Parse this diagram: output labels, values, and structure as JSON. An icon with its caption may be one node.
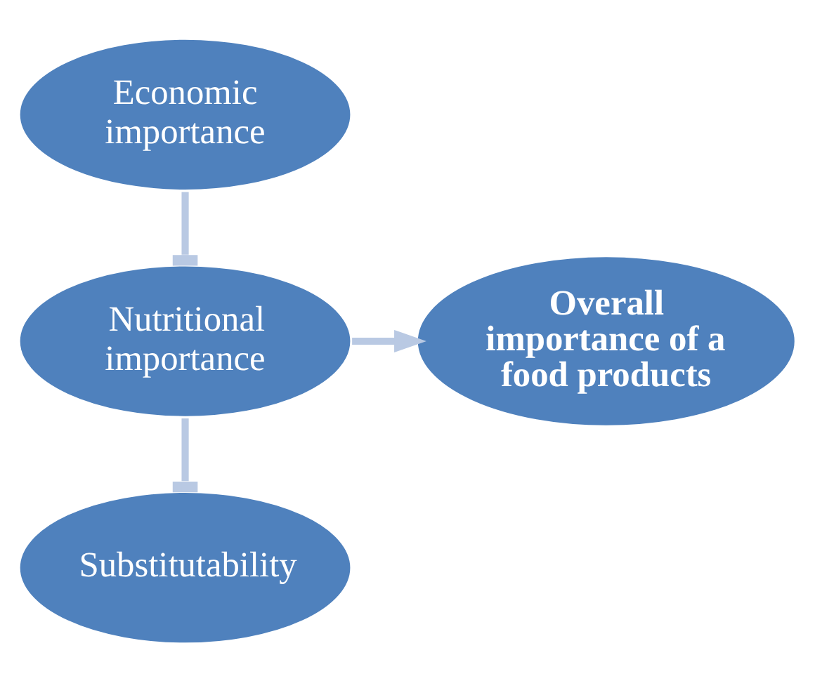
{
  "diagram": {
    "nodes": [
      {
        "text": [
          "Economic importance"
        ]
      },
      {
        "text": [
          "Nutritional importance"
        ]
      },
      {
        "text": [
          "Substitutability"
        ]
      },
      {
        "text": [
          "Overall importance of a food products"
        ]
      }
    ],
    "edges": [
      {
        "from": 0,
        "to": 1,
        "arrow": "other",
        "color": "#b9c9e3"
      },
      {
        "from": 1,
        "to": 2,
        "arrow": "other",
        "color": "#b9c9e3"
      },
      {
        "from": 1,
        "to": 3,
        "arrow": "to",
        "color": "#b9c9e3"
      }
    ]
  }
}
